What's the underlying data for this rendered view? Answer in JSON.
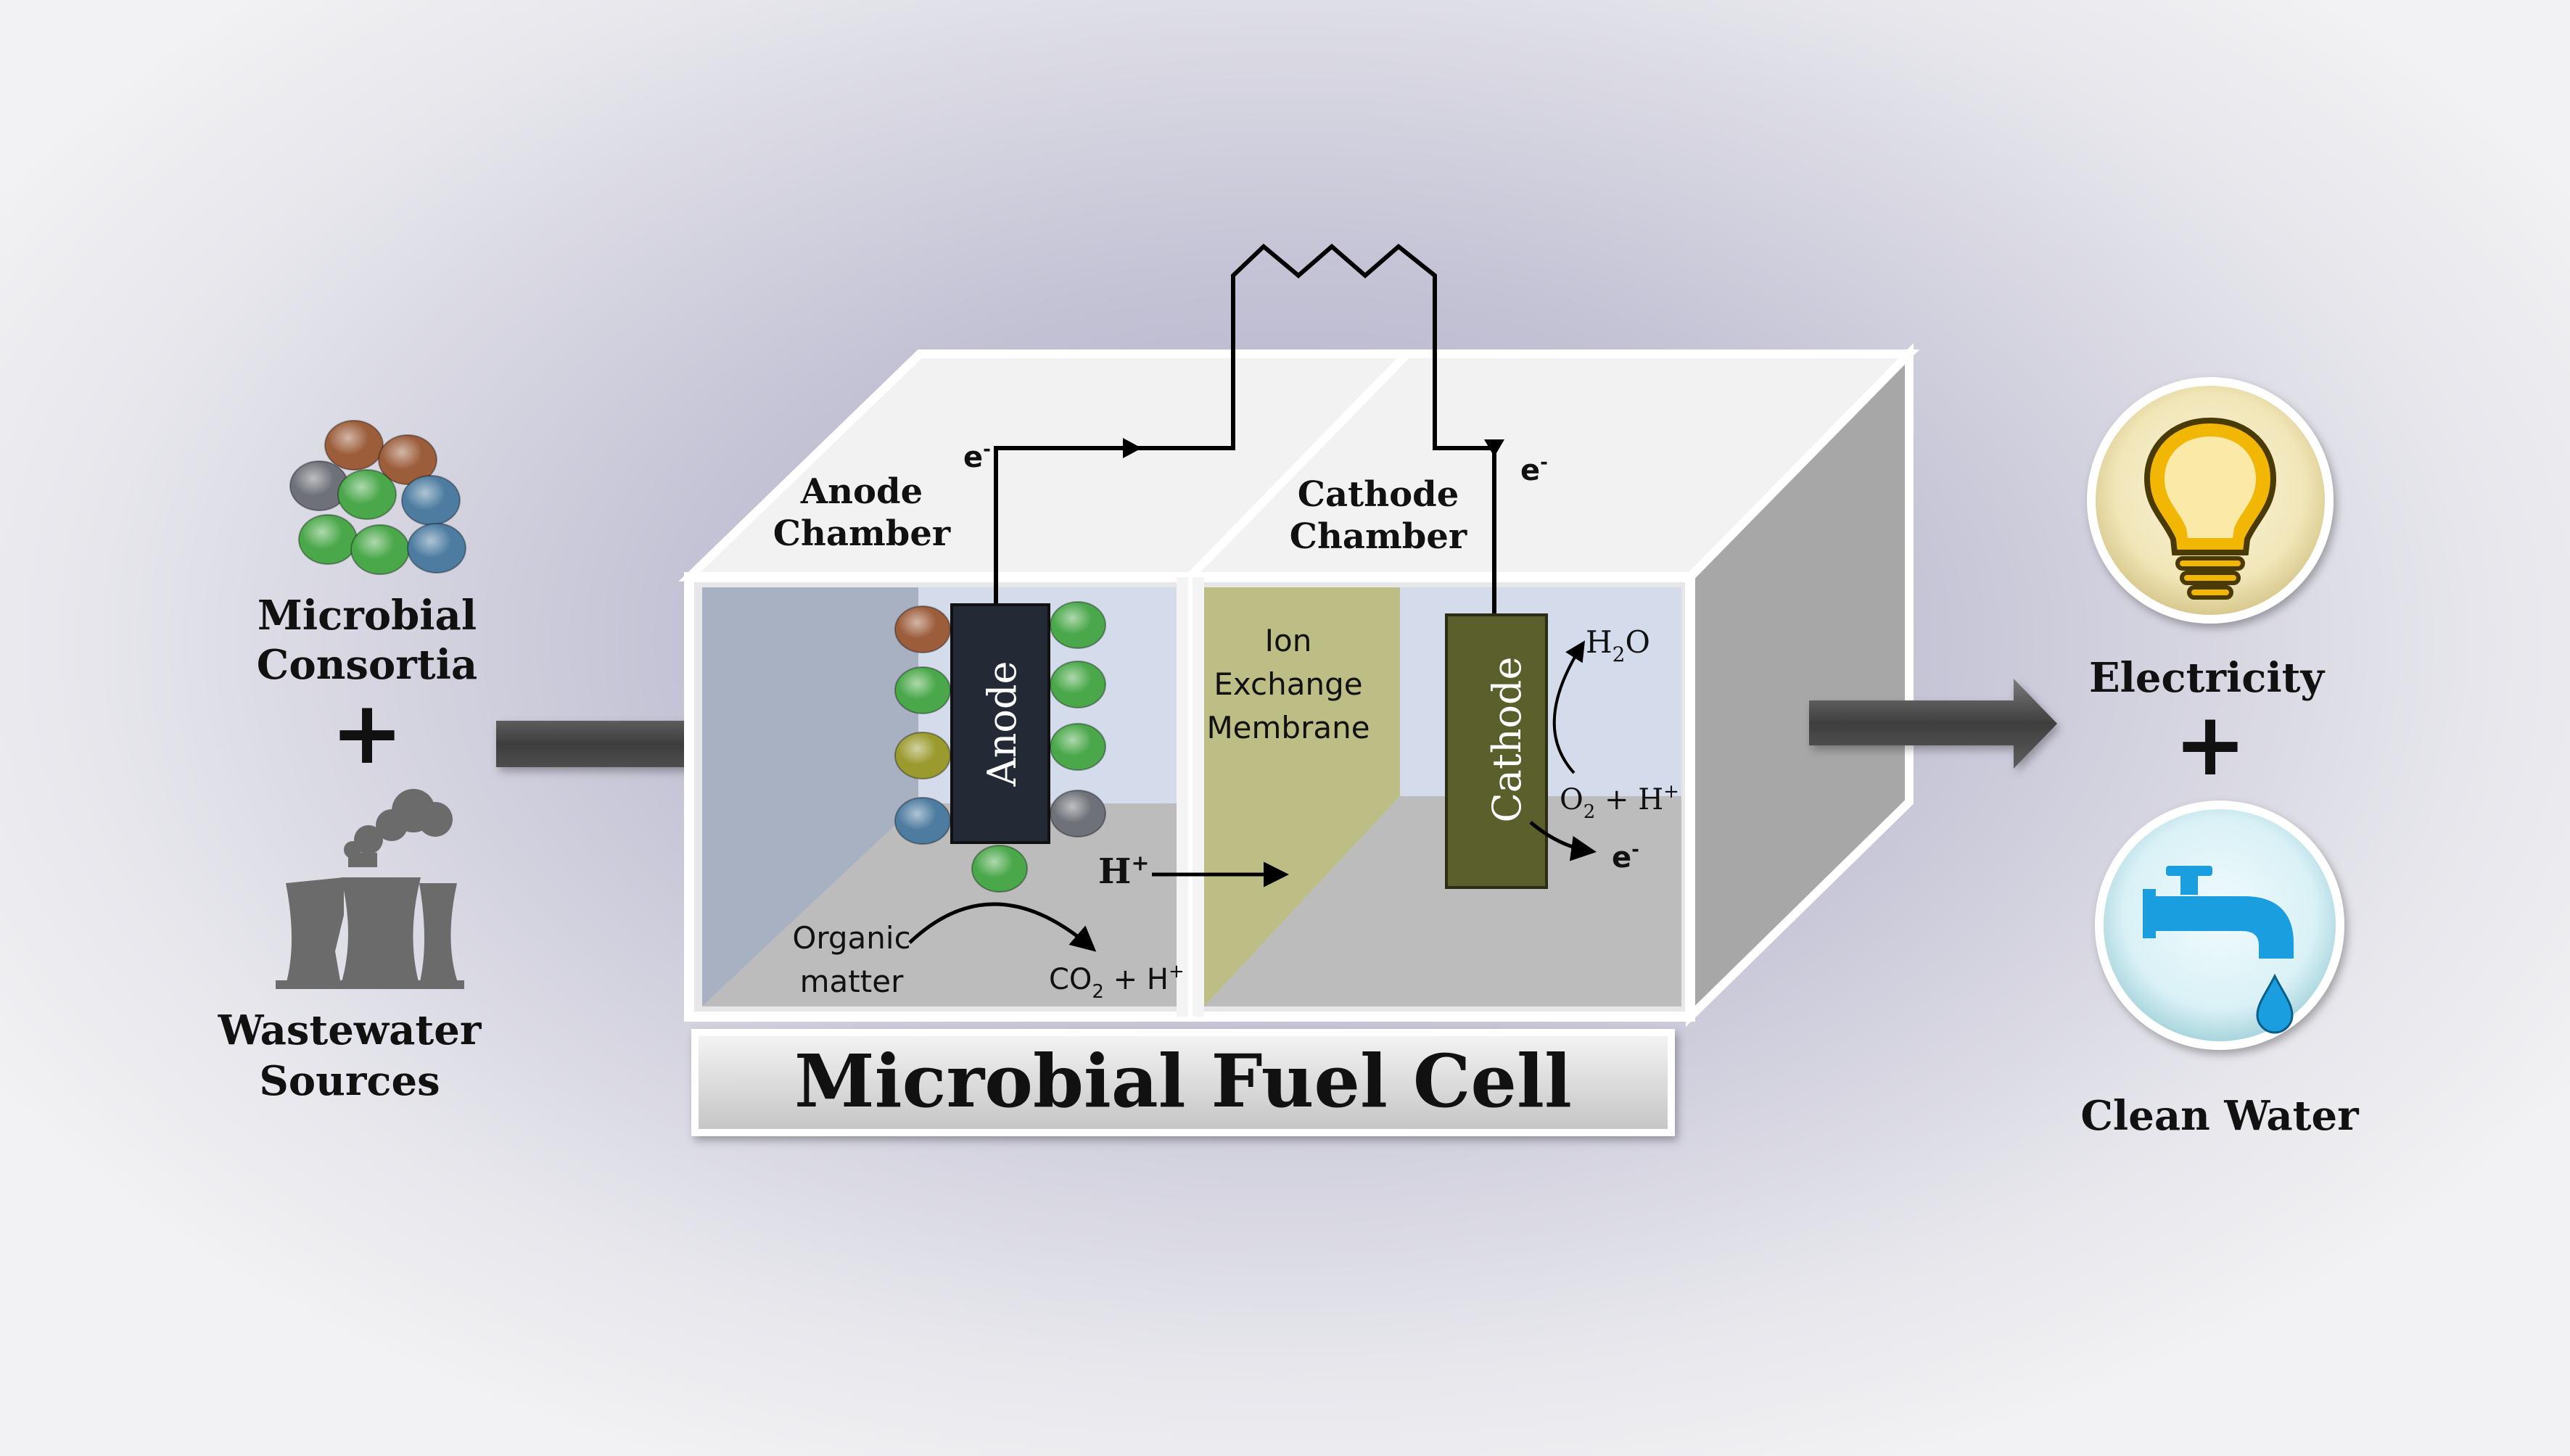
{
  "inputs": {
    "microbes_line1": "Microbial",
    "microbes_line2": "Consortia",
    "plus": "+",
    "wastewater_line1": "Wastewater",
    "wastewater_line2": "Sources"
  },
  "cell": {
    "title": "Microbial Fuel Cell",
    "anode_chamber_line1": "Anode",
    "anode_chamber_line2": "Chamber",
    "cathode_chamber_line1": "Cathode",
    "cathode_chamber_line2": "Chamber",
    "anode_label": "Anode",
    "cathode_label": "Cathode",
    "membrane_line1": "Ion",
    "membrane_line2": "Exchange",
    "membrane_line3": "Membrane",
    "organic_line1": "Organic",
    "organic_line2": "matter",
    "co2_main": "CO",
    "co2_sub": "2",
    "co2_rest": " + H",
    "co2_sup": "+",
    "proton_main": "H",
    "proton_sup": "+",
    "water_h": "H",
    "water_sub": "2",
    "water_o": "O",
    "oxygen_main": "O",
    "oxygen_sub": "2",
    "oxygen_rest": " + H",
    "oxygen_sup": "+",
    "electron_main": "e",
    "electron_sup": "-"
  },
  "outputs": {
    "electricity": "Electricity",
    "plus": "+",
    "clean_water": "Clean Water"
  },
  "colors": {
    "anode_electrode": "#242a35",
    "cathode_electrode": "#5a5f2c",
    "membrane": "#bdbd86",
    "arrow": "#505050",
    "bulb": "#f2b705",
    "tap": "#1a9ee0",
    "microbe_brown": "#9c5d3b",
    "microbe_green": "#4aa84a",
    "microbe_grey": "#6e7178",
    "microbe_blue": "#4d7ca0",
    "microbe_olive": "#9a9a2e"
  },
  "icons": [
    "microbes-icon",
    "factory-icon",
    "lightbulb-icon",
    "water-tap-icon",
    "resistor-icon",
    "input-arrow-icon",
    "output-arrow-icon"
  ]
}
